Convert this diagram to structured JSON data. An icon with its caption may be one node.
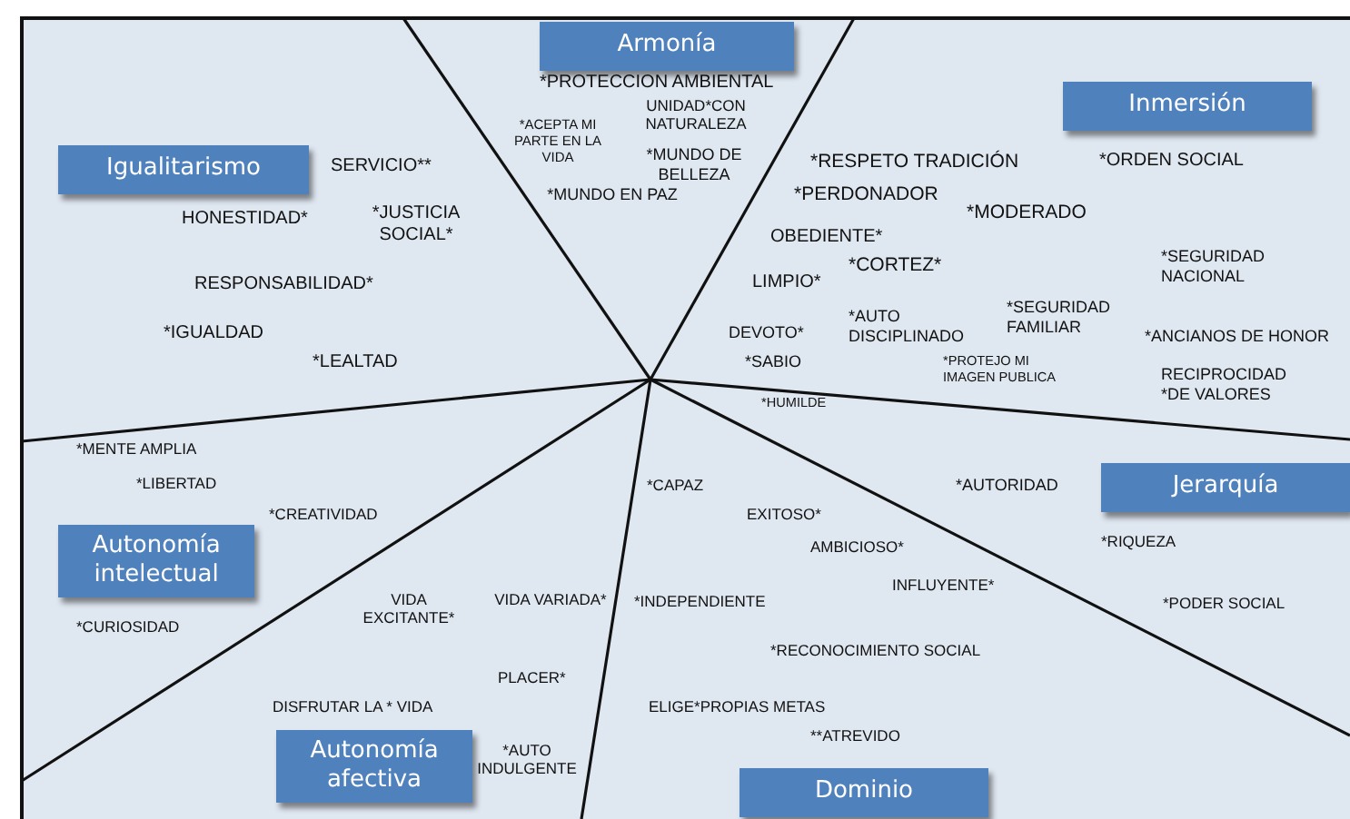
{
  "diagram": {
    "nodes": [
      {
        "text": [
          "Armonía"
        ]
      },
      {
        "text": [
          "Igualitarismo"
        ]
      },
      {
        "text": [
          "Inmersión"
        ]
      },
      {
        "text": [
          "Jerarquía"
        ]
      },
      {
        "text": [
          "Autonomía intelectual"
        ]
      },
      {
        "text": [
          "Autonomía afectiva"
        ]
      },
      {
        "text": [
          "Dominio"
        ]
      }
    ],
    "edges": [],
    "labels": [
      "*PROTECCION AMBIENTAL",
      "UNIDAD*CON NATURALEZA",
      "*ACEPTA MI PARTE EN LA VIDA",
      "*MUNDO DE BELLEZA",
      "*MUNDO EN PAZ",
      "SERVICIO**",
      "HONESTIDAD*",
      "*JUSTICIA SOCIAL*",
      "RESPONSABILIDAD*",
      "*IGUALDAD",
      "*LEALTAD",
      "*RESPETO TRADICIÓN",
      "*ORDEN SOCIAL",
      "*PERDONADOR",
      "*MODERADO",
      "OBEDIENTE*",
      "*CORTEZ*",
      "*SEGURIDAD NACIONAL",
      "LIMPIO*",
      "*AUTO DISCIPLINADO",
      "*SEGURIDAD FAMILIAR",
      "DEVOTO*",
      "*ANCIANOS DE HONOR",
      "*SABIO",
      "*PROTEJO MI IMAGEN PUBLICA",
      "RECIPROCIDAD *DE VALORES",
      "*HUMILDE",
      "*MENTE AMPLIA",
      "*LIBERTAD",
      "*CAPAZ",
      "*AUTORIDAD",
      "*CREATIVIDAD",
      "EXITOSO*",
      "AMBICIOSO*",
      "*RIQUEZA",
      "INFLUYENTE*",
      "VIDA EXCITANTE*",
      "VIDA VARIADA*",
      "*INDEPENDIENTE",
      "*PODER SOCIAL",
      "*CURIOSIDAD",
      "*RECONOCIMIENTO SOCIAL",
      "PLACER*",
      "DISFRUTAR LA * VIDA",
      "ELIGE*PROPIAS METAS",
      "**ATREVIDO",
      "*AUTO INDULGENTE"
    ]
  }
}
